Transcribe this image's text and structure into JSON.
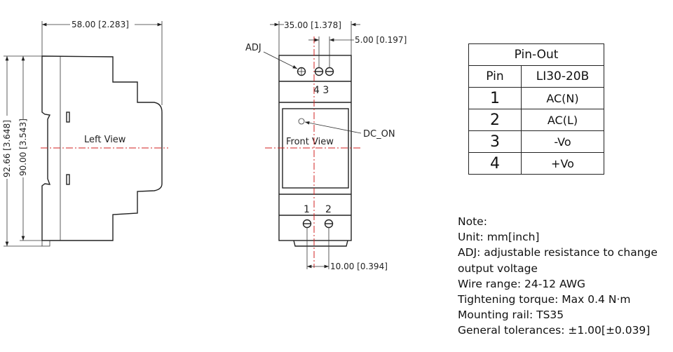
{
  "left_view": {
    "label": "Left View",
    "dim_width": "58.00 [2.283]",
    "dim_height_total": "92.66 [3.648]",
    "dim_height_body": "90.00 [3.543]"
  },
  "front_view": {
    "label": "Front View",
    "dim_width": "35.00 [1.378]",
    "dim_pitch_top": "5.00 [0.197]",
    "dim_pitch_bottom": "10.00 [0.394]",
    "adj_label": "ADJ",
    "dc_on_label": "DC_ON",
    "terminal_labels_top": "4 3",
    "terminal_1": "1",
    "terminal_2": "2"
  },
  "pinout": {
    "title": "Pin-Out",
    "headers": [
      "Pin",
      "LI30-20B"
    ],
    "rows": [
      {
        "pin": "1",
        "func": "AC(N)"
      },
      {
        "pin": "2",
        "func": "AC(L)"
      },
      {
        "pin": "3",
        "func": "-Vo"
      },
      {
        "pin": "4",
        "func": "+Vo"
      }
    ]
  },
  "notes": [
    "Note:",
    "Unit: mm[inch]",
    "ADJ: adjustable resistance to change",
    "output voltage",
    "Wire range: 24-12 AWG",
    "Tightening torque: Max 0.4 N·m",
    "Mounting rail: TS35",
    "General tolerances: ±1.00[±0.039]"
  ]
}
